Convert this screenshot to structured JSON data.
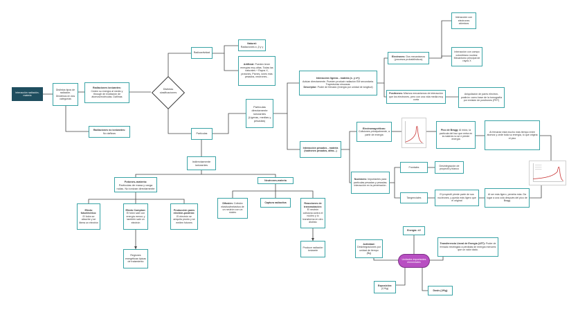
{
  "root": {
    "title": "Interacción radiación-materia"
  },
  "defs": {
    "title": "Distintos tipos de radiación.",
    "body": "Dividimos en dos categorías"
  },
  "ionizantes": {
    "title": "Radiaciones ionizantes:",
    "body": "Ceden su energía al medio y through de excitación de átomos/moléculas. Dañinas"
  },
  "no_ionizantes": {
    "title": "Radiaciones no ionizantes:",
    "body": "No dañinas"
  },
  "diamond": {
    "label": "Distintas clasificaciones"
  },
  "radioactividad": {
    "label": "Radioactividad"
  },
  "natural": {
    "title": "Natural:",
    "body": "Radiaciones α, β y γ"
  },
  "artificial": {
    "title": "Artificial:",
    "body": "Pueden tener energías muy altas. Todas las naturales + Rayos X, protones, Piones, iones más pesados, neutrones..."
  },
  "particulas": {
    "label": "Partículas"
  },
  "directamente": {
    "label": "Partículas directamente ionizantes (Ligeras, medias y pesadas)"
  },
  "ligeras": {
    "title": "Interacción ligeras - materia (e- y e+):",
    "body": "Actúan directamente. Pueden producir radiación EM secundaria. Trayectorias sinuosas.",
    "extra_title": "Descriptor:",
    "extra": "Poder de frenado (energía por unidad de longitud)"
  },
  "electrones": {
    "title": "Electrones:",
    "body": "Dos mecanismos (procesos probabilísticos)"
  },
  "int_electrones": {
    "label": "Interacción con electrones atómicos"
  },
  "int_nucleo": {
    "label": "Interacción con campo culombiano nuclear. Mecanismo principal de rayos X"
  },
  "positrones": {
    "title": "Positrones:",
    "body": "Mismos mecanismos de interacción que los electrones, pero con una vida media muy corta"
  },
  "aniquilacion": {
    "label": "Aniquilación de pares electrón-positrón: como base de la tomografía por emisión de positrones (PET)"
  },
  "pesados": {
    "title": "Interacción pesados - materia (hadrones pesados, alfas...)"
  },
  "electromagneticas": {
    "title": "Electromagnéticas:",
    "body": "Colisiones principalmente, a partir de energía"
  },
  "bragg": {
    "title": "Pico de Bragg:",
    "body": "Al inicio, la partícula del haz que entra en la materia no se e pierde energía"
  },
  "bragg_note": {
    "label": "Al frenarse está mucho más tiempo entre átomos y cede toda su energía, lo que origina el pico"
  },
  "nucleares": {
    "title": "Nucleares:",
    "body": "Importantes para partículas pesadas y pesadas; interacción en la penetración."
  },
  "frontales": {
    "label": "Frontales"
  },
  "desintegracion": {
    "label": "Desintegración de proyectil y blanco"
  },
  "tangenciales": {
    "label": "Tangenciales"
  },
  "tangencial_desc": {
    "label": "El proyectil pierde parte de sus nucleones, y queda más ligero que el original"
  },
  "tangencial_note": {
    "label": "Al ser más ligero, penetra más. Da lugar a una cola después del pico de Bragg"
  },
  "indirectamente": {
    "label": "Indirectamente ionizantes"
  },
  "fotones": {
    "title": "Fotones-materia:",
    "body": "Partículas de masa y carga nulas. No ionizan directamente"
  },
  "fotoelectrico": {
    "title": "Efecto fotoeléctrico:",
    "body": "El fotón se absorbe y se libera un electrón"
  },
  "compton": {
    "title": "Efecto Compton:",
    "body": "El fotón sale con energía menor, y también sale un electrón"
  },
  "produccion": {
    "title": "Producción pares electrón-positrón:",
    "body": "El electrón se aniquila pronto y se emiten fotones"
  },
  "regiones": {
    "label": "Regiones energéticas típicas de tratamiento"
  },
  "neutrones": {
    "title": "Neutrones-materia"
  },
  "difusion": {
    "title": "Difusión:",
    "body": "Colisión elástica/inelástica de un neutrón con un núcleo"
  },
  "captura": {
    "title": "Captura radiactiva"
  },
  "transmutacion": {
    "title": "Reacciones de transmutación:",
    "body": "El neutrón colisiona contra el núcleo y lo transforma en otro distinto"
  },
  "produce": {
    "label": "Produce radiación ionizante"
  },
  "unidades": {
    "label": "Unidades importantes elementales"
  },
  "energia": {
    "title": "Energía: eV"
  },
  "actividad": {
    "title": "Actividad:",
    "body": "Desintegraciones por unidad de tiempo (Bq)"
  },
  "transferencia": {
    "title": "Transferencia Lineal de Energía (LET):",
    "body": "Poder de frenado restringido a pérdidas de energía menores que un valor dado."
  },
  "exposicion": {
    "title": "Exposición:",
    "body": "(C/Kg)"
  },
  "dosis": {
    "title": "Dosis (J/Kg)"
  },
  "colors": {
    "teal": "#38a3a5",
    "dark": "#1f4e5f",
    "purple": "#b84fc2",
    "curve": "#c62828"
  }
}
